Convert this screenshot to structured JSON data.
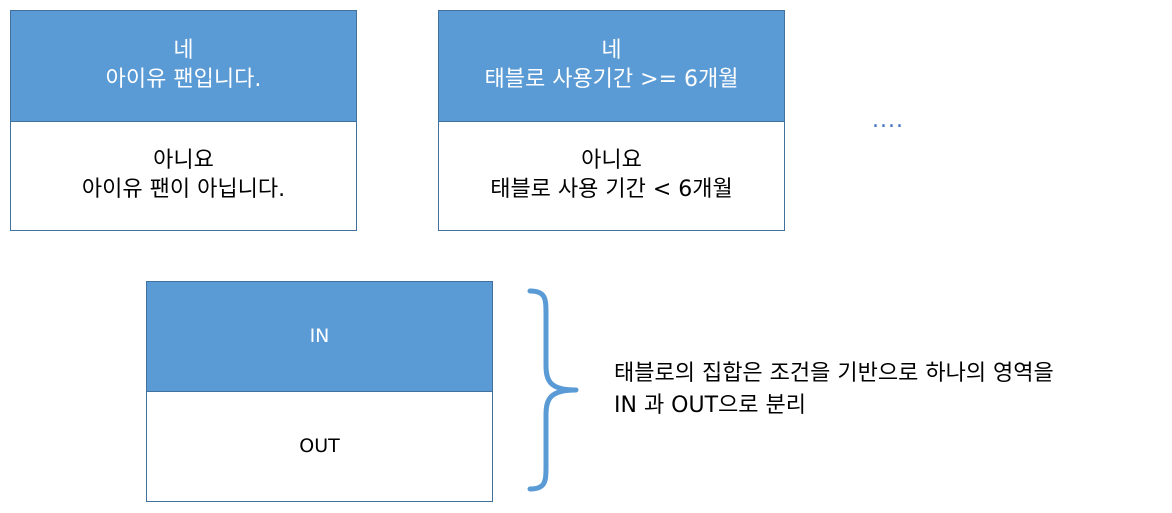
{
  "box_user": {
    "yes_line1": "네",
    "yes_line2": "아이유 팬입니다.",
    "no_line1": "아니요",
    "no_line2": "아이유 팬이 아닙니다."
  },
  "box_tablo": {
    "yes_line1": "네",
    "yes_line2": "태블로 사용기간 >= 6개월",
    "no_line1": "아니요",
    "no_line2": "태블로 사용 기간 < 6개월"
  },
  "ellipsis": "....",
  "box_set": {
    "in_label": "IN",
    "out_label": "OUT"
  },
  "caption": {
    "line1": "태블로의 집합은 조건을 기반으로 하나의 영역을",
    "line2": "IN 과 OUT으로 분리"
  },
  "colors": {
    "header_fill": "#5b9bd5",
    "border": "#41719c",
    "brace": "#5b9bd5",
    "ellipsis": "#4472c4"
  }
}
